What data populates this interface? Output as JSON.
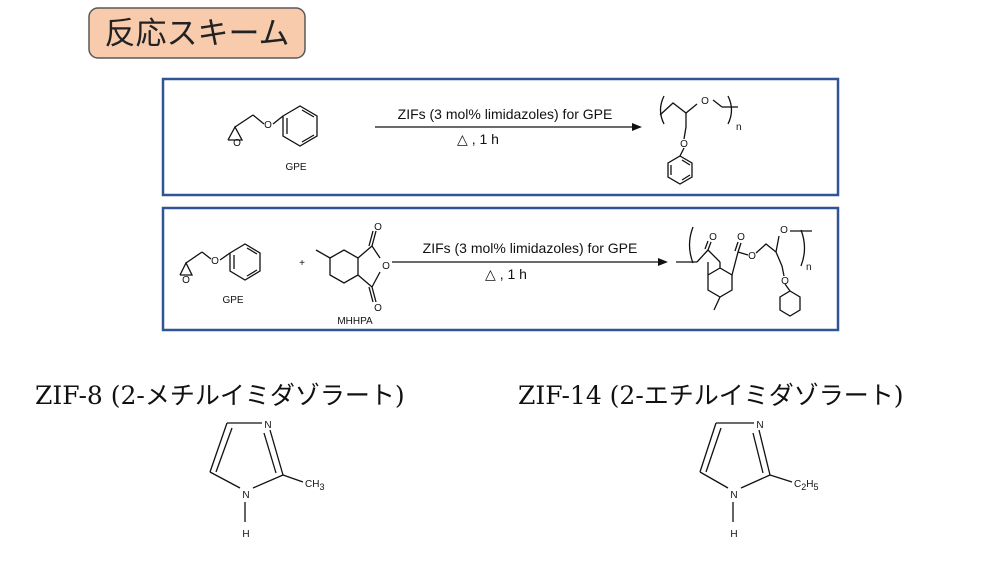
{
  "title": "反応スキーム",
  "colors": {
    "title_fill": "#f8cbad",
    "title_border": "#595959",
    "box_border": "#2f5597"
  },
  "scheme1": {
    "reagent_label": "GPE",
    "conditions_top": "ZIFs (3 mol% limidazoles) for GPE",
    "conditions_bottom": "△ , 1 h",
    "repeat_n": "n",
    "oxygen": "O"
  },
  "scheme2": {
    "reagent1_label": "GPE",
    "plus": "+",
    "reagent2_label": "MHHPA",
    "conditions_top": "ZIFs (3 mol% limidazoles) for GPE",
    "conditions_bottom": "△ , 1 h",
    "repeat_n": "n",
    "oxygen": "O"
  },
  "zif8": {
    "heading": "ZIF-8 (2-メチルイミダゾラート)",
    "n_top": "N",
    "n_bottom": "N",
    "h": "H",
    "substituent": "CH",
    "sub_index": "3"
  },
  "zif14": {
    "heading": "ZIF-14 (2-エチルイミダゾラート)",
    "n_top": "N",
    "n_bottom": "N",
    "h": "H",
    "substituent_c": "C",
    "sub_index1": "2",
    "substituent_h": "H",
    "sub_index2": "5"
  }
}
